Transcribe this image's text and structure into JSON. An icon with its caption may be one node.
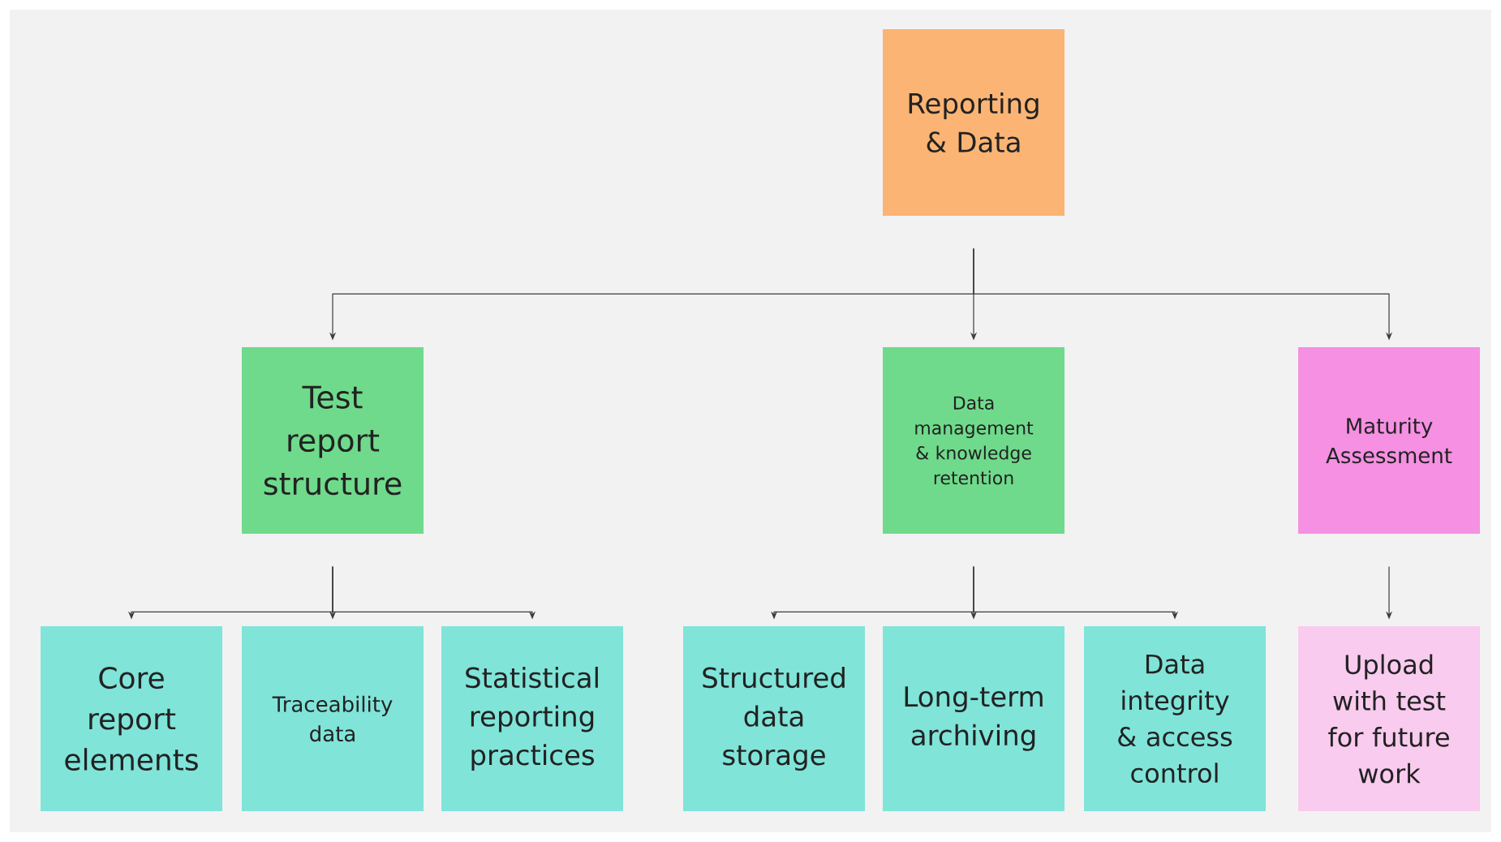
{
  "diagram": {
    "nodes": [
      {
        "text": [
          "Reporting & Data"
        ]
      },
      {
        "text": [
          "Test report structure"
        ]
      },
      {
        "text": [
          "Data management & knowledge retention"
        ]
      },
      {
        "text": [
          "Maturity Assessment"
        ]
      },
      {
        "text": [
          "Core report elements"
        ]
      },
      {
        "text": [
          "Traceability data"
        ]
      },
      {
        "text": [
          "Statistical reporting practices"
        ]
      },
      {
        "text": [
          "Structured data storage"
        ]
      },
      {
        "text": [
          "Long-term archiving"
        ]
      },
      {
        "text": [
          "Data integrity & access control"
        ]
      },
      {
        "text": [
          "Upload with test for future work"
        ]
      }
    ],
    "edges": [
      {
        "from": 0,
        "to": 1,
        "arrow": "to"
      },
      {
        "from": 0,
        "to": 2,
        "arrow": "to"
      },
      {
        "from": 0,
        "to": 3,
        "arrow": "to"
      },
      {
        "from": 1,
        "to": 4,
        "arrow": "to"
      },
      {
        "from": 1,
        "to": 5,
        "arrow": "to"
      },
      {
        "from": 1,
        "to": 6,
        "arrow": "to"
      },
      {
        "from": 2,
        "to": 7,
        "arrow": "to"
      },
      {
        "from": 2,
        "to": 8,
        "arrow": "to"
      },
      {
        "from": 2,
        "to": 9,
        "arrow": "to"
      },
      {
        "from": 3,
        "to": 10,
        "arrow": "to"
      }
    ]
  }
}
